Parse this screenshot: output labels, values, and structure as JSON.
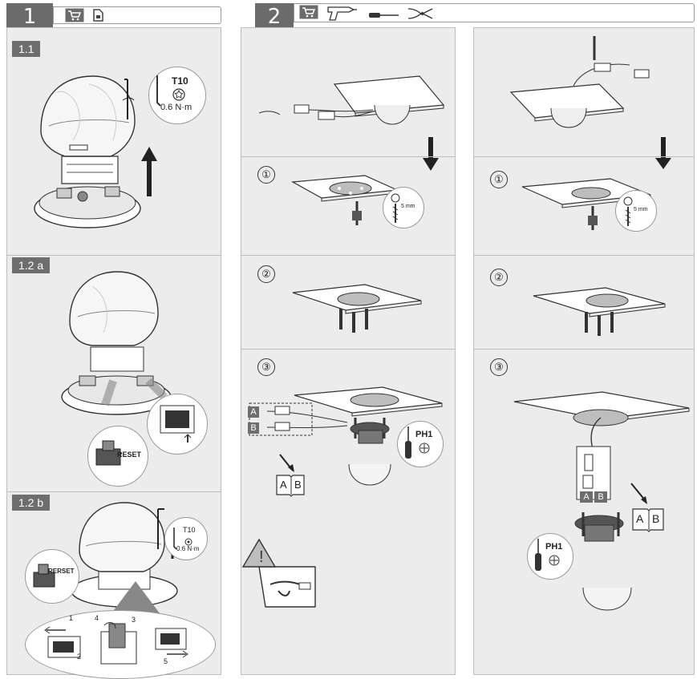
{
  "steps": {
    "step1": {
      "number": "1"
    },
    "step2": {
      "number": "2"
    }
  },
  "panel1": {
    "sections": [
      {
        "label": "1.1"
      },
      {
        "label": "1.2 a"
      },
      {
        "label": "1.2 b"
      }
    ],
    "torque_1": {
      "tool": "T10",
      "torque": "0.6 N·m"
    },
    "reset_label": "RESET",
    "torque_2": {
      "tool": "T10",
      "torque": "0.6 N·m"
    },
    "reset_label_b": "RERSET",
    "sequence": [
      "1",
      "2",
      "3",
      "4",
      "5"
    ]
  },
  "panel2": {
    "substeps": [
      "①",
      "②",
      "③"
    ],
    "drill": "5 mm",
    "screwdriver": "PH1",
    "cable_labels": [
      "A",
      "B"
    ],
    "manual": [
      "A",
      "B"
    ]
  },
  "panel3": {
    "substeps": [
      "①",
      "②",
      "③"
    ],
    "drill": "5 mm",
    "screwdriver": "PH1",
    "cable_labels": [
      "A",
      "B"
    ],
    "manual": [
      "A",
      "B"
    ]
  },
  "icons": {
    "header1": [
      "cart-icon",
      "sd-card-icon"
    ],
    "header2": [
      "cart-icon",
      "drill-icon",
      "screwdriver-icon",
      "pliers-icon"
    ]
  }
}
